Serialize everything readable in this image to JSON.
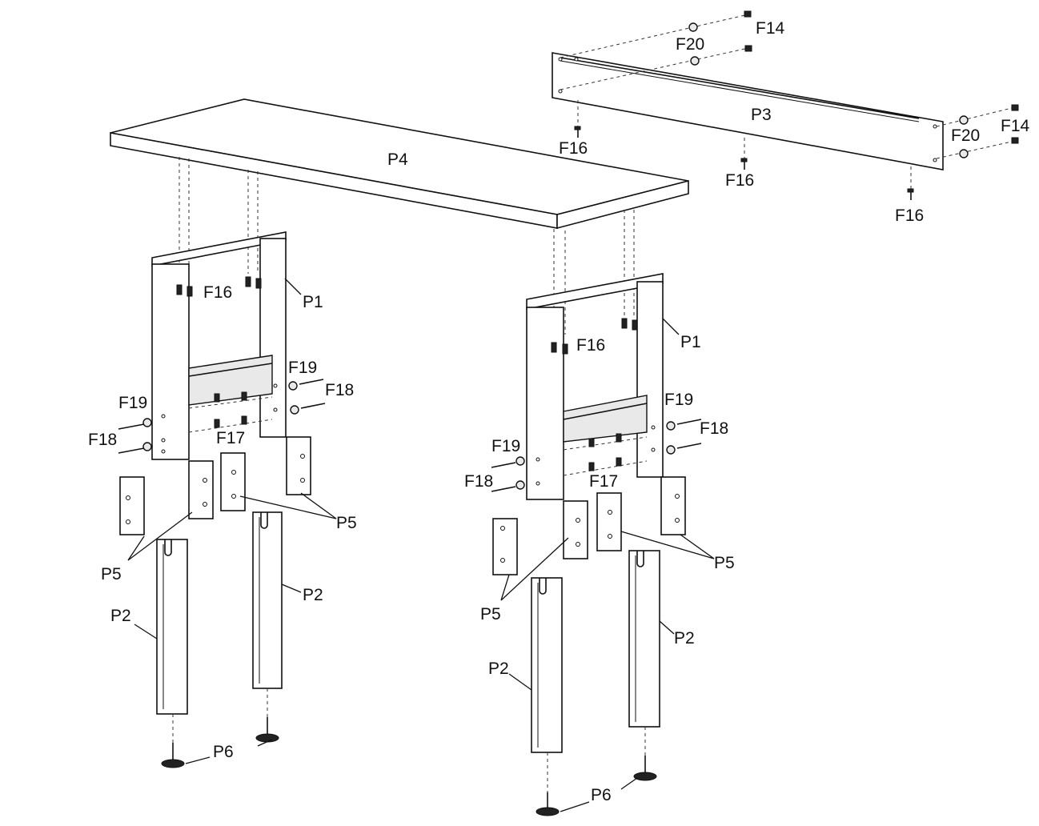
{
  "labels": {
    "p1": "P1",
    "p2": "P2",
    "p3": "P3",
    "p4": "P4",
    "p5": "P5",
    "p6": "P6",
    "f14": "F14",
    "f16": "F16",
    "f17": "F17",
    "f18": "F18",
    "f19": "F19",
    "f20": "F20"
  }
}
